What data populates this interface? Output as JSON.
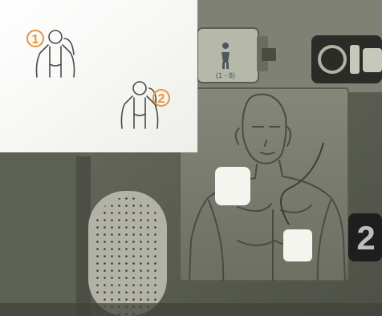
{
  "photo": {
    "card": {
      "step1": {
        "number": "1",
        "color": "#e8953a"
      },
      "step2": {
        "number": "2",
        "color": "#e8953a"
      }
    },
    "device": {
      "panel_color": "#7b7d6f",
      "diagram_color": "#9a9a8a",
      "pad_color": "#f5f5f0",
      "step_badge": {
        "number": "2",
        "bg": "#1e1e1e",
        "fg": "#bdbdbd"
      },
      "age_range_label": "(1 - 8)",
      "child-icon": "child-icon"
    }
  }
}
